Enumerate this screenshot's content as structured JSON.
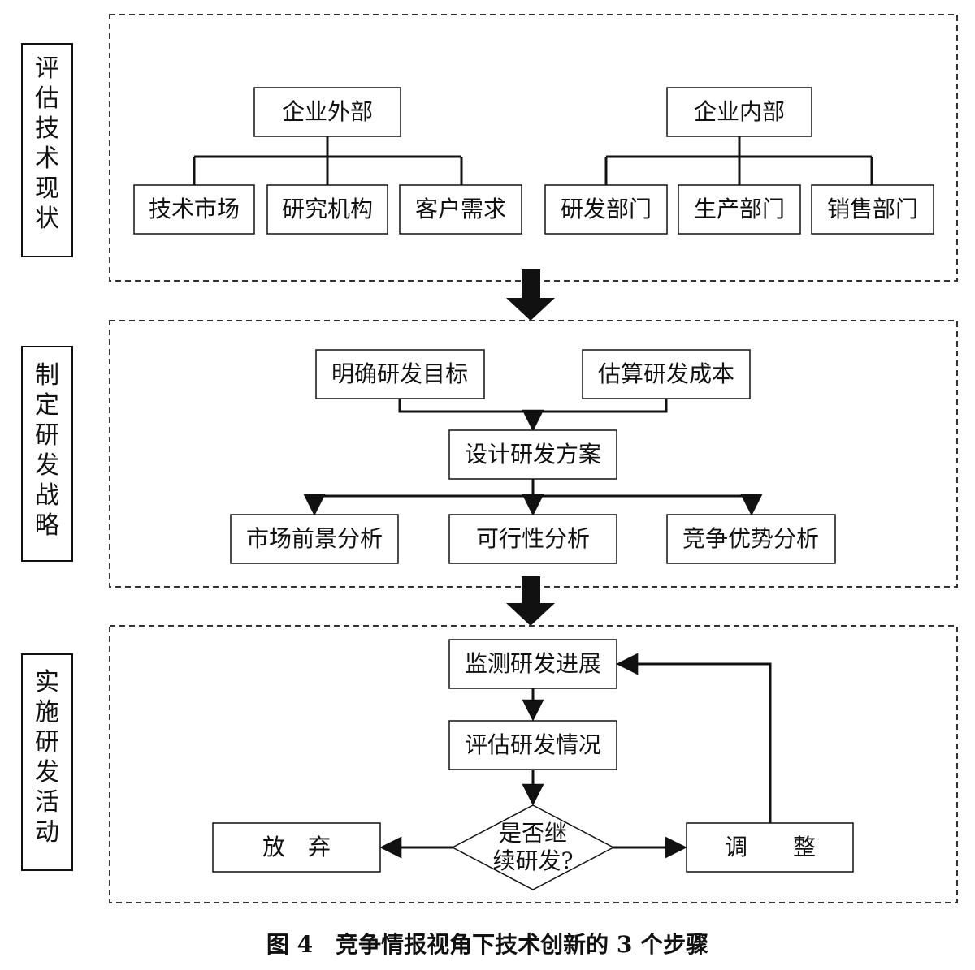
{
  "stages": [
    {
      "label": "评估技术现状",
      "groups": [
        {
          "title": "企业外部",
          "items": [
            "技术市场",
            "研究机构",
            "客户需求"
          ]
        },
        {
          "title": "企业内部",
          "items": [
            "研发部门",
            "生产部门",
            "销售部门"
          ]
        }
      ]
    },
    {
      "label": "制定研发战略",
      "inputs": [
        "明确研发目标",
        "估算研发成本"
      ],
      "center": "设计研发方案",
      "outputs": [
        "市场前景分析",
        "可行性分析",
        "竞争优势分析"
      ]
    },
    {
      "label": "实施研发活动",
      "monitor": "监测研发进展",
      "evaluate": "评估研发情况",
      "decision_line1": "是否继",
      "decision_line2": "续研发?",
      "abandon": "放　弃",
      "adjust": "调　　整"
    }
  ],
  "caption": "图 4　竞争情报视角下技术创新的 3 个步骤"
}
